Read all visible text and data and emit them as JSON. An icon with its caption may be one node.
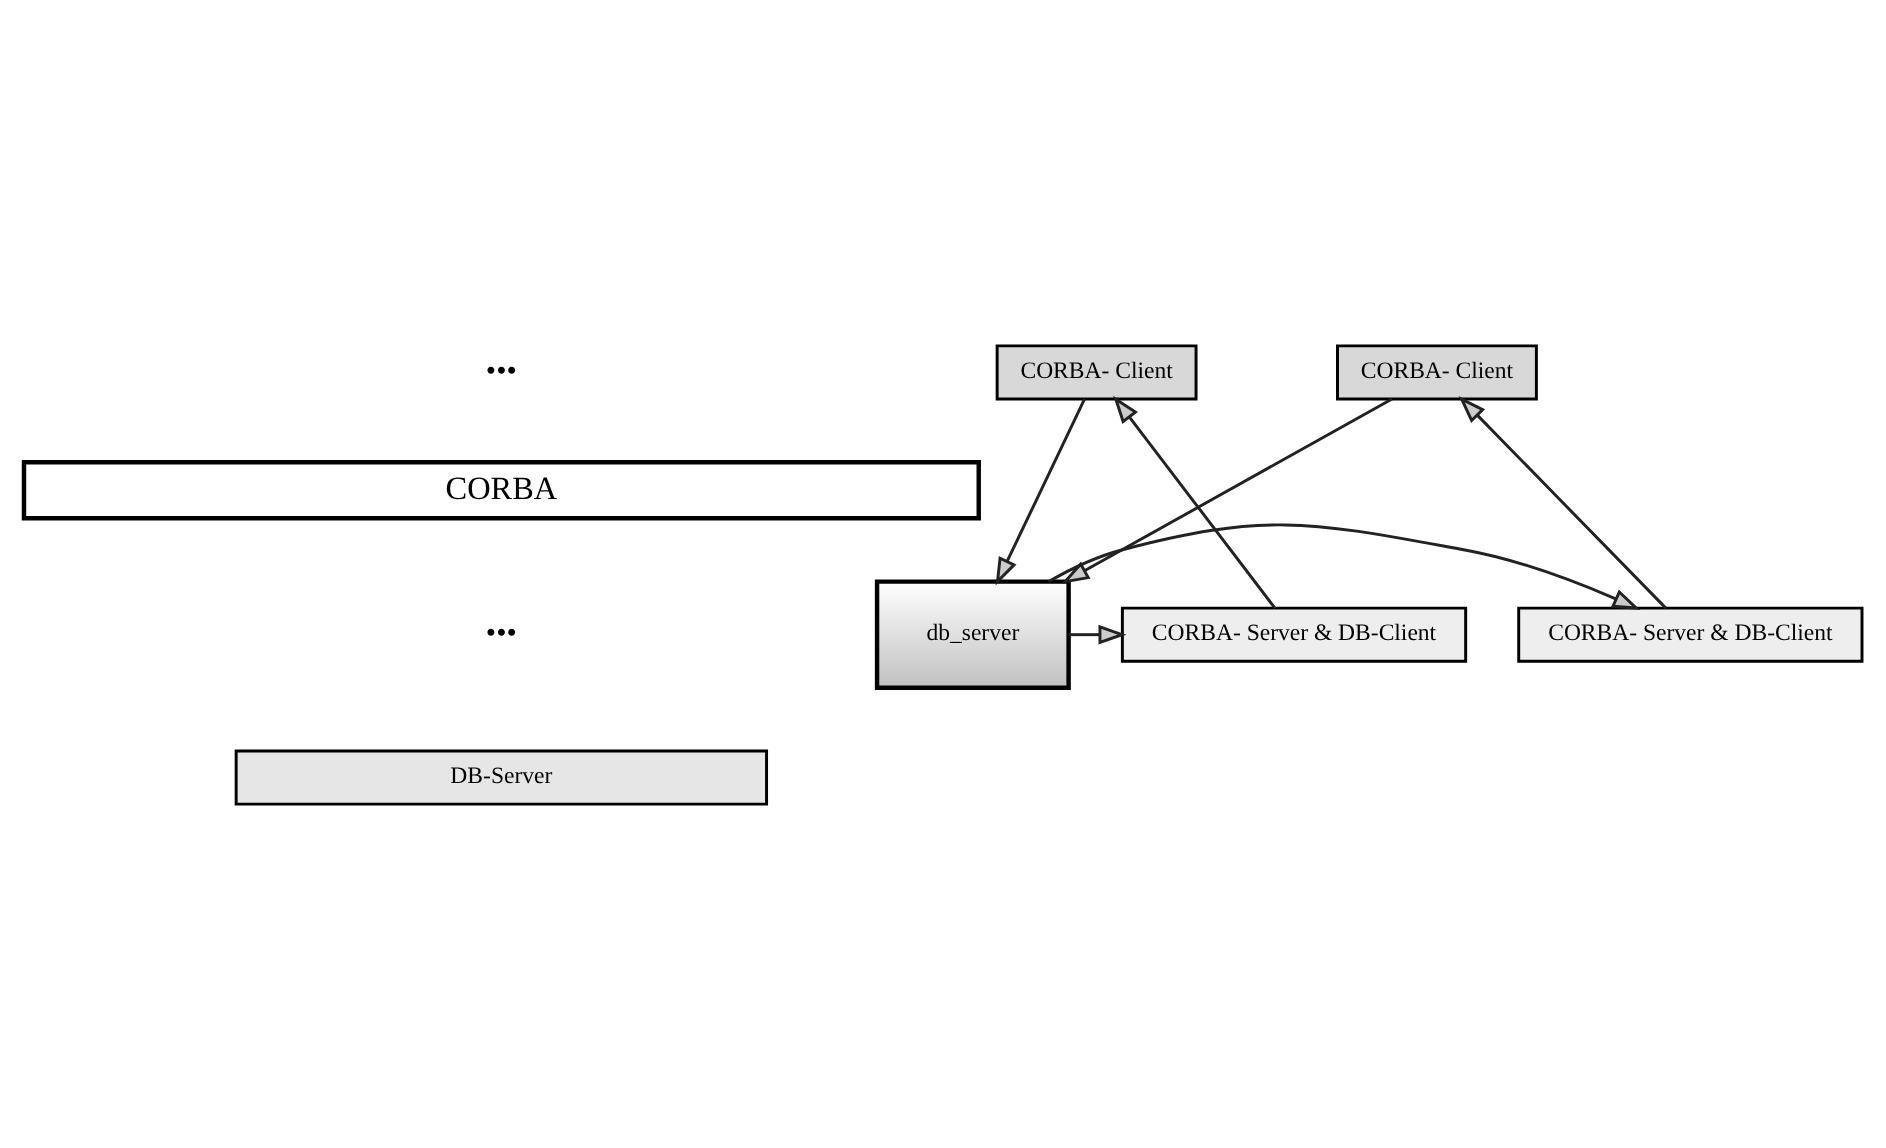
{
  "diagram": {
    "nodes": [
      {
        "text": [
          "CORBA"
        ]
      },
      {
        "text": [
          "CORBA- Client"
        ]
      },
      {
        "text": [
          "CORBA- Client"
        ]
      },
      {
        "text": [
          "db_server"
        ]
      },
      {
        "text": [
          "CORBA- Server & DB-Client"
        ]
      },
      {
        "text": [
          "CORBA- Server & DB-Client"
        ]
      },
      {
        "text": [
          "DB-Server"
        ]
      }
    ],
    "edges": [
      {
        "from": 1,
        "to": 3,
        "arrow": "to"
      },
      {
        "from": 2,
        "to": 3,
        "arrow": "to"
      },
      {
        "from": 3,
        "to": 4,
        "arrow": "to"
      },
      {
        "from": 3,
        "to": 5,
        "arrow": "to"
      },
      {
        "from": 4,
        "to": 1,
        "arrow": "to"
      },
      {
        "from": 5,
        "to": 2,
        "arrow": "to"
      }
    ],
    "labels": [
      "•••",
      "•••"
    ]
  }
}
